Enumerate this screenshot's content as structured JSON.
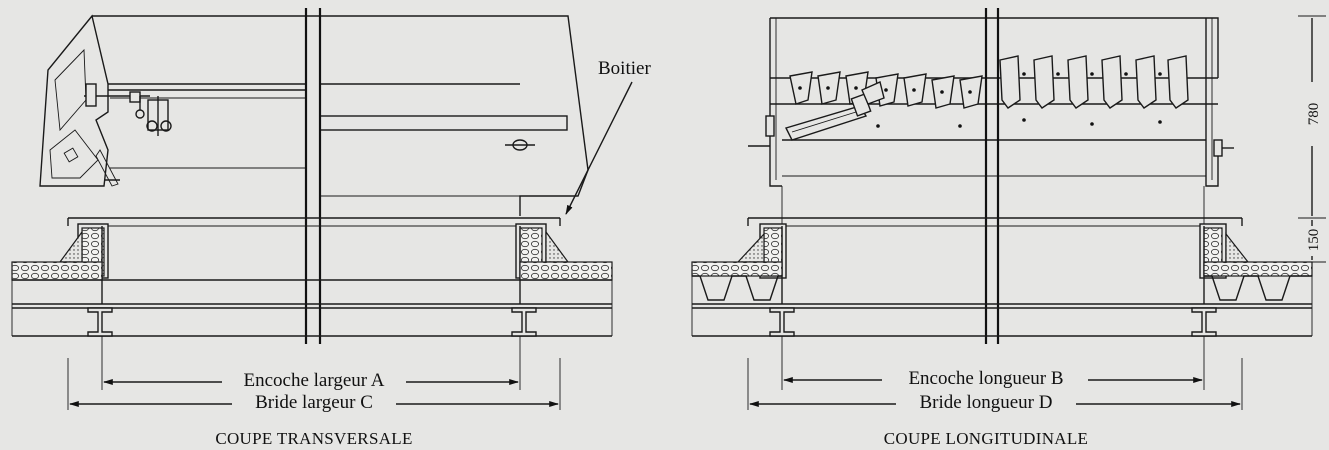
{
  "labels": {
    "boitier": "Boitier",
    "encoche_a": "Encoche largeur A",
    "bride_c": "Bride largeur C",
    "encoche_b": "Encoche longueur B",
    "bride_d": "Bride longueur D",
    "dim_780": "780",
    "dim_150": "150"
  },
  "captions": {
    "transversale": "COUPE TRANSVERSALE",
    "longitudinale": "COUPE LONGITUDINALE"
  },
  "colors": {
    "background": "#e6e6e4",
    "line": "#1a1a1a"
  }
}
